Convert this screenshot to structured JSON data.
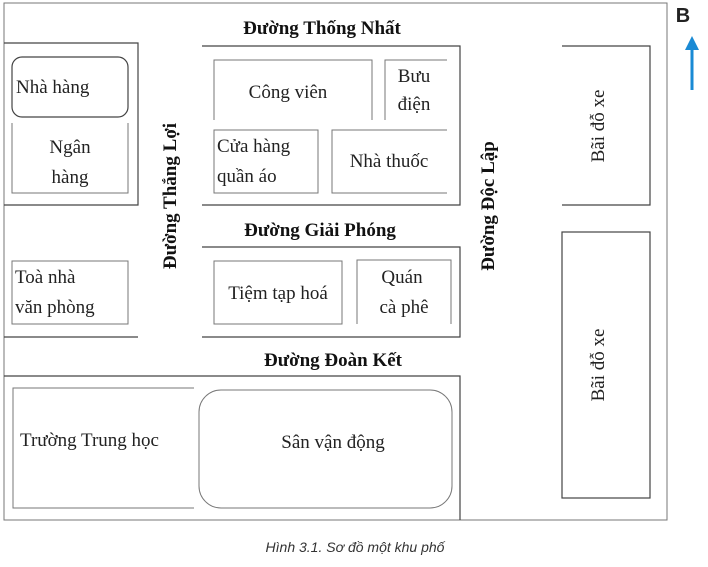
{
  "streets": {
    "thong_nhat": "Đường Thống Nhất",
    "giai_phong": "Đường Giải Phóng",
    "doan_ket": "Đường Đoàn Kết",
    "thang_loi": "Đường Thắng Lợi",
    "doc_lap": "Đường Độc Lập"
  },
  "places": {
    "nha_hang": "Nhà hàng",
    "ngan_hang": [
      "Ngân",
      "hàng"
    ],
    "cong_vien": "Công  viên",
    "buu_dien": [
      "Bưu",
      "điện"
    ],
    "cua_hang": [
      "Cửa hàng",
      "quần áo"
    ],
    "nha_thuoc": "Nhà thuốc",
    "toa_nha": [
      "Toà nhà",
      "văn phòng"
    ],
    "tiem_tap_hoa": "Tiệm tạp hoá",
    "quan_ca_phe": [
      "Quán",
      "cà phê"
    ],
    "truong": "Trường Trung học",
    "san_van_dong": "Sân vận động",
    "bai_do_xe_1": "Bãi đỗ xe",
    "bai_do_xe_2": "Bãi đỗ xe"
  },
  "compass": {
    "label": "B",
    "arrow_color": "#1a8ad4"
  },
  "caption": "Hình 3.1. Sơ đồ một khu phố"
}
